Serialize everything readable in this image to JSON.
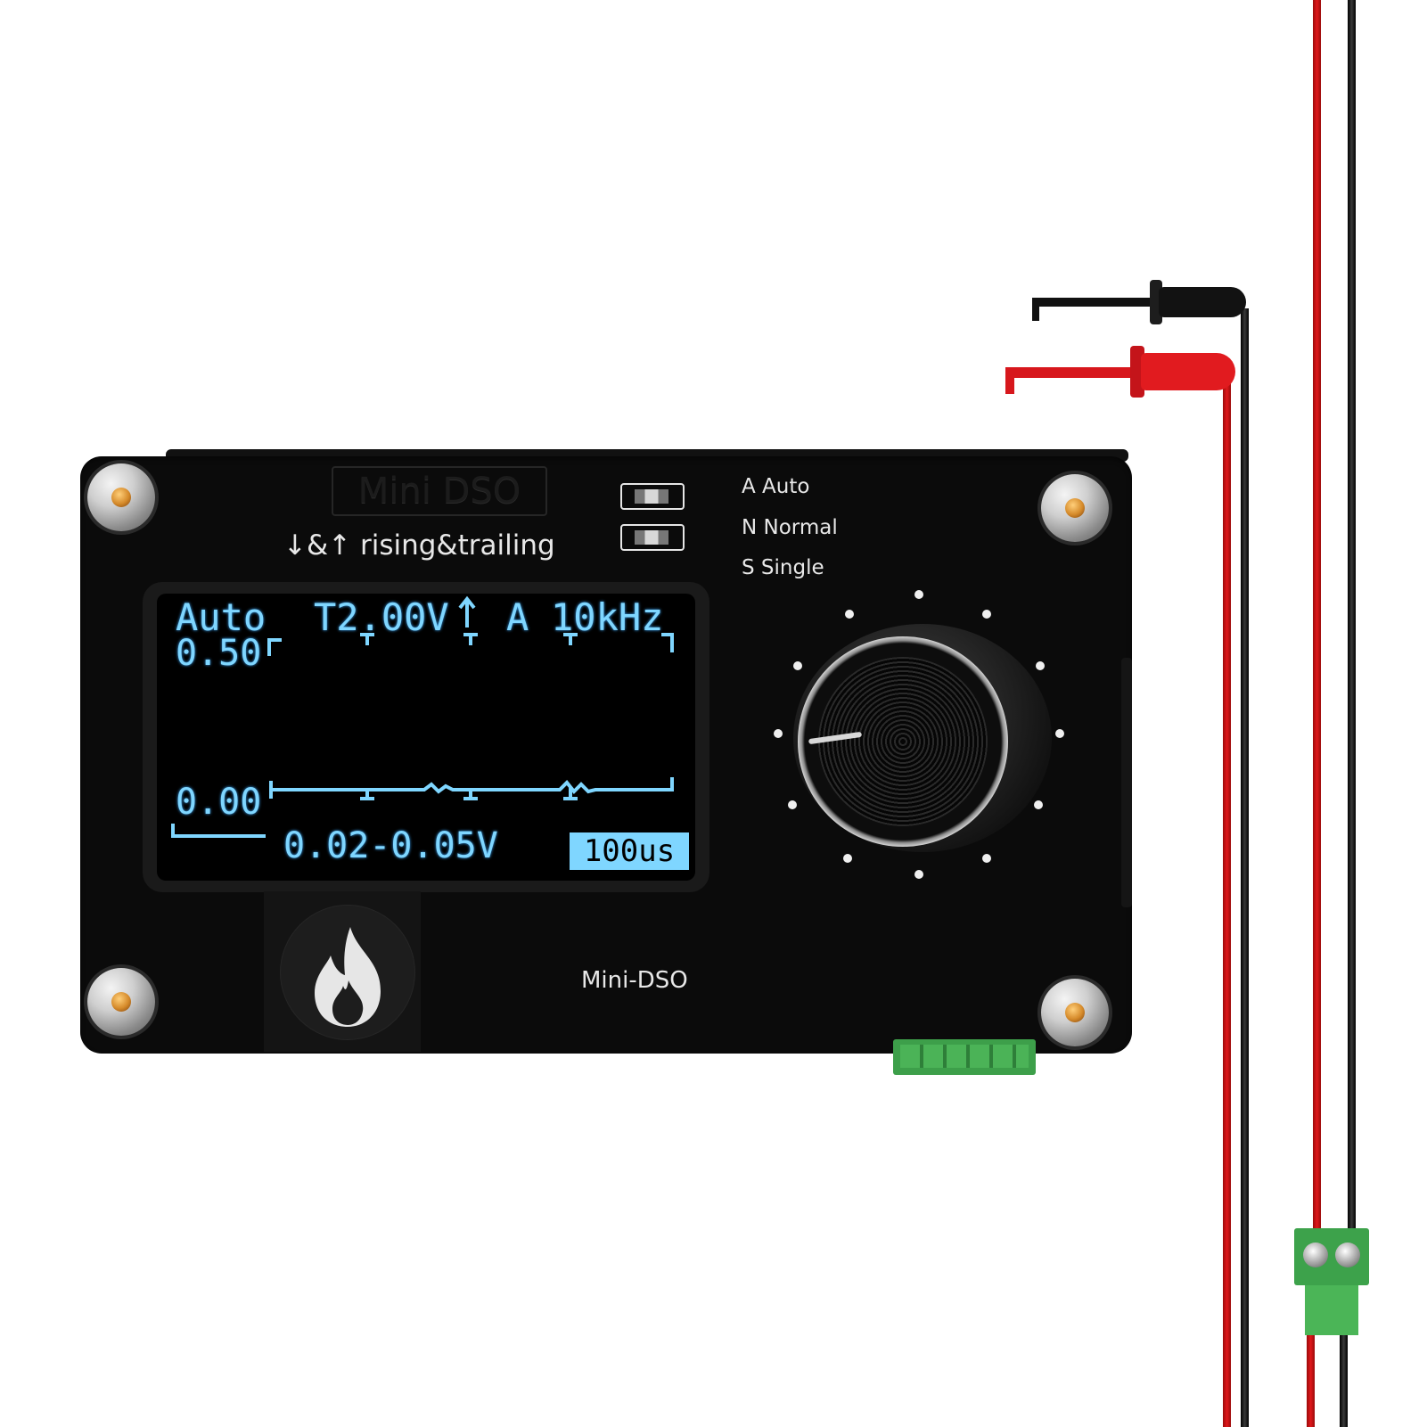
{
  "device": {
    "engraved_logo": "Mini DSO",
    "trigger_caption": "↓&↑ rising&trailing",
    "brand_label": "Mini-DSO",
    "modes": [
      {
        "label": "A Auto"
      },
      {
        "label": "N Normal"
      },
      {
        "label": "S Single"
      }
    ]
  },
  "screen": {
    "mode": "Auto",
    "trigger_level": "T2.00V",
    "channel": "A",
    "frequency": "10kHz",
    "vdiv": "0.50",
    "zero_level": "0.00",
    "voltage_range": "0.02-0.05V",
    "timebase": "100us"
  },
  "colors": {
    "oled_text": "#7fd6ff",
    "device_body": "#0b0b0b",
    "probe_red": "#e0181b",
    "probe_black": "#111111",
    "terminal_green": "#3d9f4a"
  },
  "icons": {
    "flame": "flame-icon",
    "probe": "probe-clip-icon"
  }
}
